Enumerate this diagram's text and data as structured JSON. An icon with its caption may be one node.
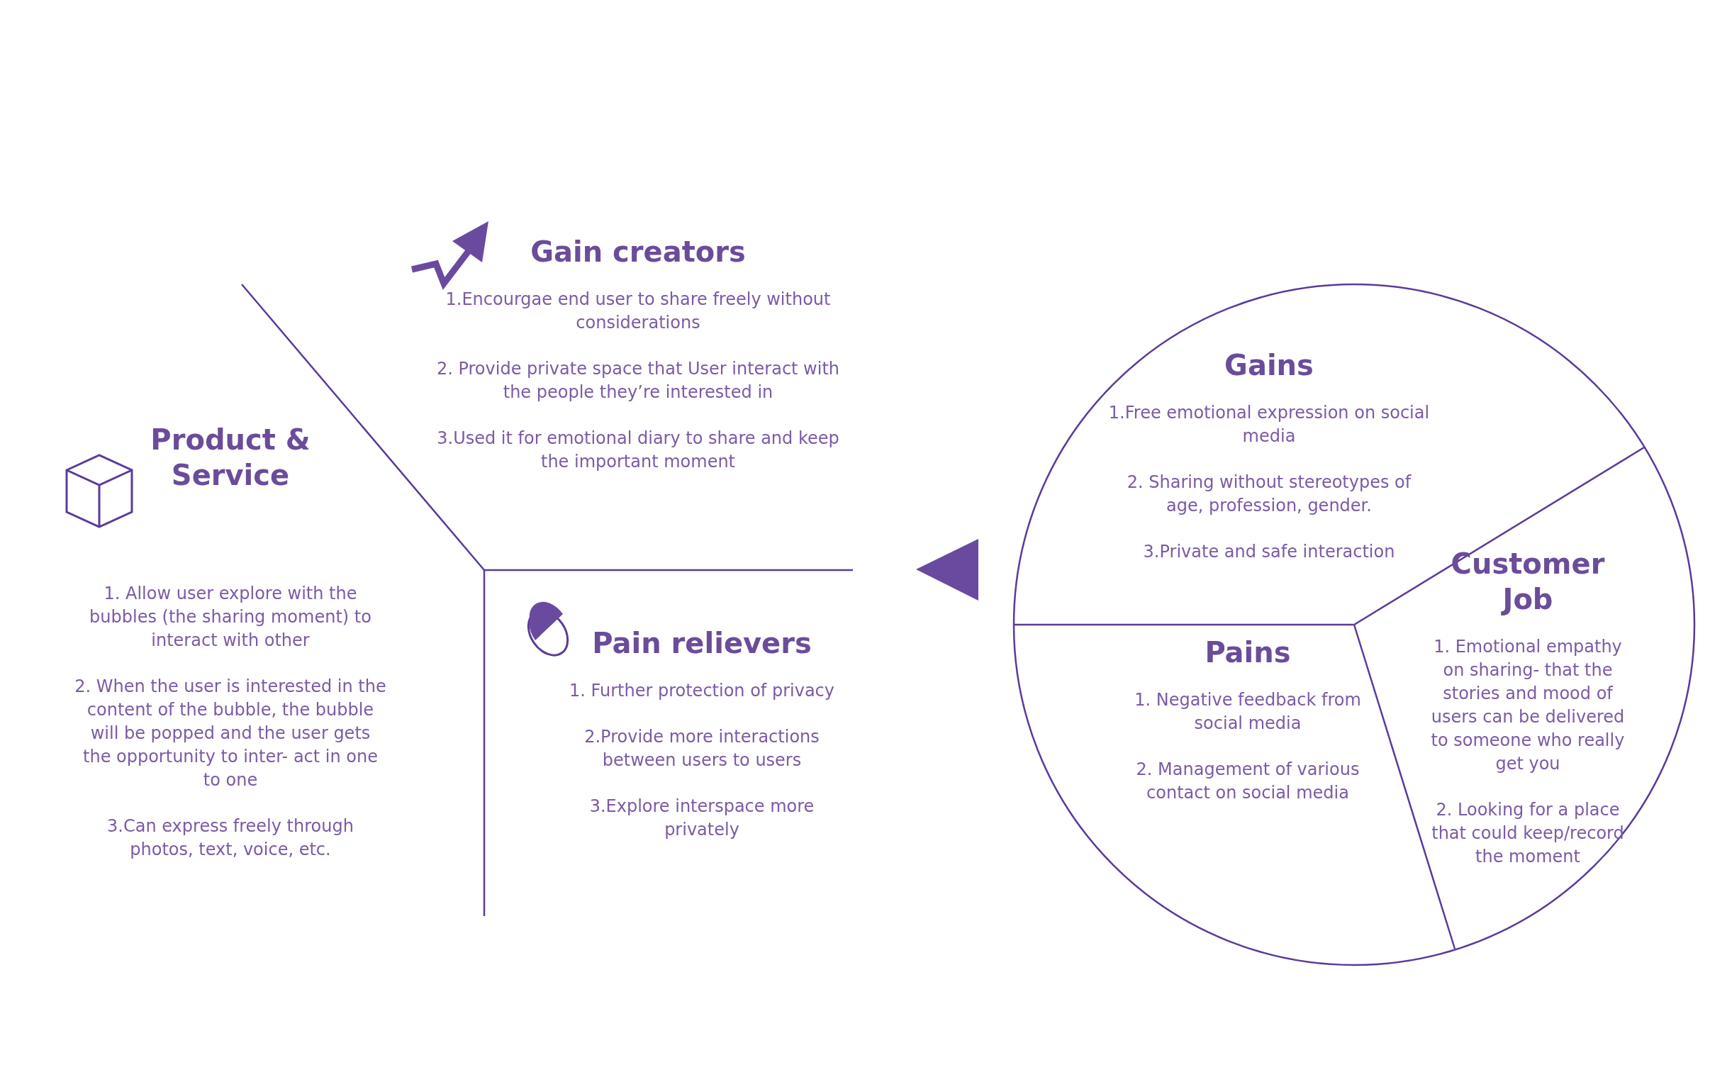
{
  "diagram": {
    "nodes": [
      {
        "text": [
          "Gain creators",
          "1.Encourgae end user to share freely without considerations",
          "2. Provide private space that User interact with the people they’re interested in",
          "3.Used it for emotional diary to share and keep the important moment"
        ]
      },
      {
        "text": [
          "Product & Service",
          "1. Allow user explore with the bubbles (the sharing moment) to interact with other",
          "2. When the user is interested in the content of the bubble, the bubble will be popped and the user gets the opportunity to inter- act in one to one",
          "3.Can express freely through photos, text, voice, etc."
        ]
      },
      {
        "text": [
          "Pain relievers",
          "1. Further protection of privacy",
          "2.Provide more interactions between users to users",
          "3.Explore interspace more privately"
        ]
      },
      {
        "text": [
          "Gains",
          "1.Free emotional expression on social media",
          "2. Sharing without stereotypes of age, profession, gender.",
          "3.Private and safe interaction"
        ]
      },
      {
        "text": [
          "Pains",
          "1. Negative feedback from social media",
          "2. Management of various contact on social media"
        ]
      },
      {
        "text": [
          "Customer Job",
          "1. Emotional empathy on sharing- that the stories and mood of users can be delivered to someone who really get you",
          "2. Looking for a place that could keep/record the moment"
        ]
      }
    ],
    "edges": []
  }
}
